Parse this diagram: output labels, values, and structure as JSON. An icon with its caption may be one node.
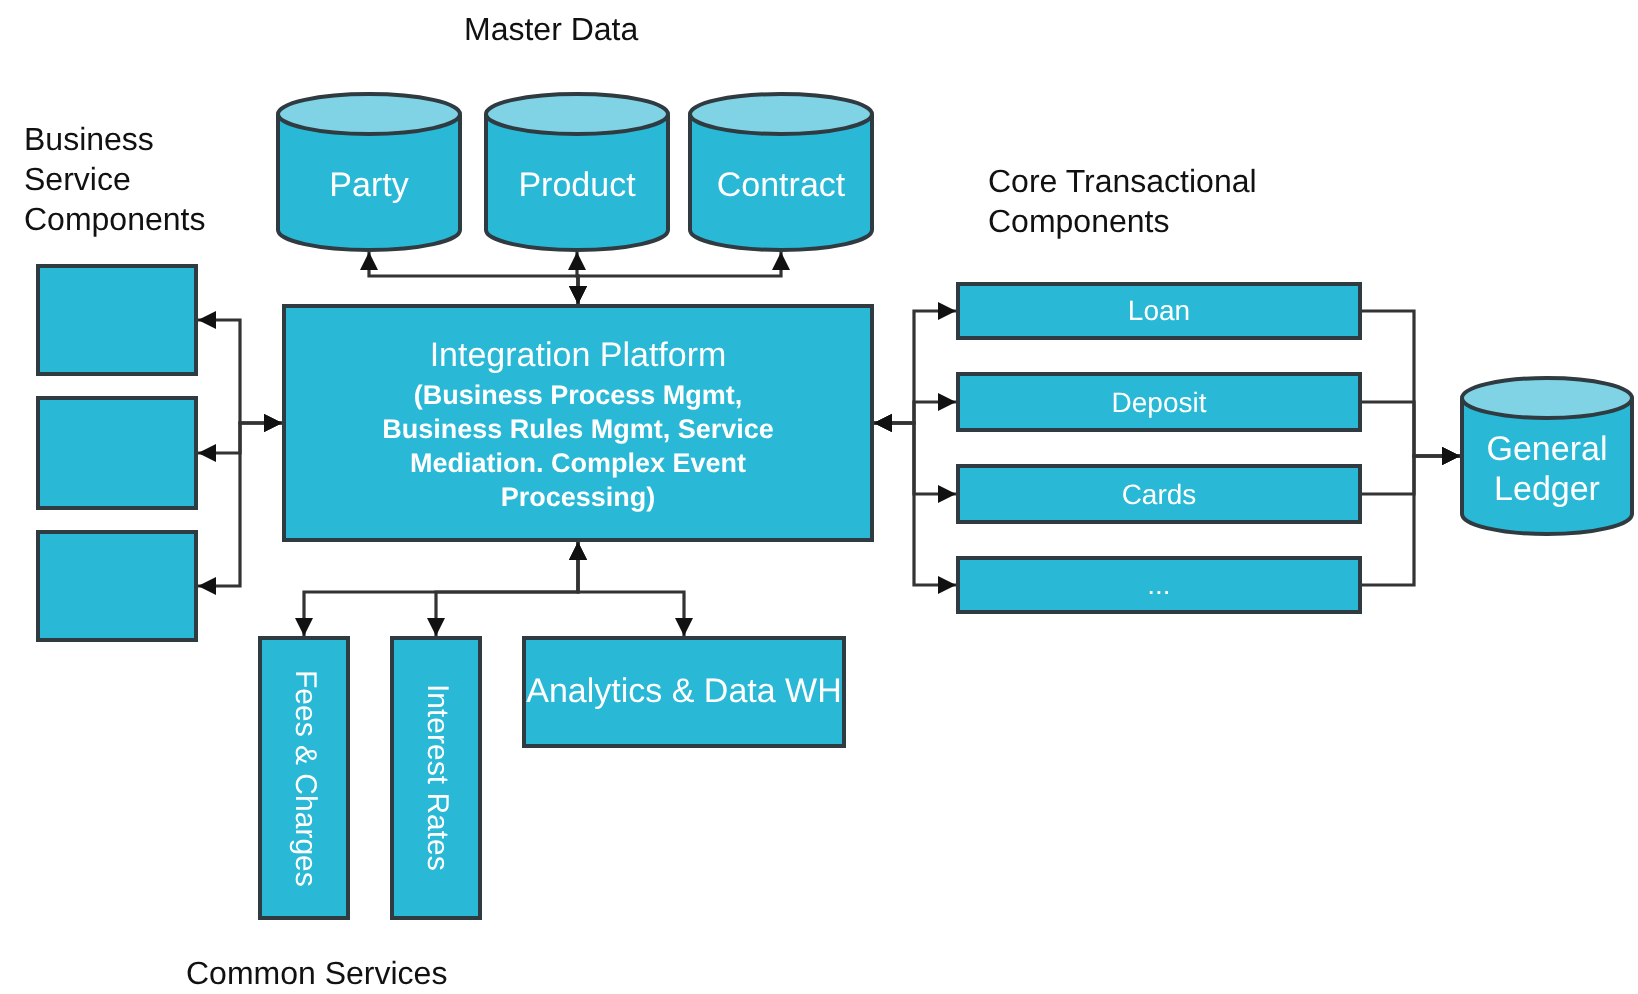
{
  "diagram": {
    "nodes": [
      {
        "text": [
          "Party"
        ]
      },
      {
        "text": [
          "Product"
        ]
      },
      {
        "text": [
          "Contract"
        ]
      },
      {
        "text": [
          "Integration Platform",
          "(Business Process Mgmt, Business Rules Mgmt, Service Mediation. Complex Event Processing)"
        ]
      },
      {
        "text": [],
        "shape": "box"
      },
      {
        "text": [],
        "shape": "box"
      },
      {
        "text": [],
        "shape": "box"
      },
      {
        "text": [
          "Loan"
        ]
      },
      {
        "text": [
          "Deposit"
        ]
      },
      {
        "text": [
          "Cards"
        ]
      },
      {
        "text": [
          "..."
        ]
      },
      {
        "text": [
          "General Ledger"
        ]
      },
      {
        "text": [
          "Fees & Charges"
        ]
      },
      {
        "text": [
          "Interest Rates"
        ]
      },
      {
        "text": [
          "Analytics & Data WH"
        ]
      }
    ],
    "edges": [
      {
        "from": 3,
        "to": 0,
        "arrow": "both"
      },
      {
        "from": 3,
        "to": 1,
        "arrow": "both"
      },
      {
        "from": 3,
        "to": 2,
        "arrow": "both"
      },
      {
        "from": 3,
        "to": 4,
        "arrow": "both"
      },
      {
        "from": 3,
        "to": 5,
        "arrow": "both"
      },
      {
        "from": 3,
        "to": 6,
        "arrow": "both"
      },
      {
        "from": 3,
        "to": 7,
        "arrow": "both"
      },
      {
        "from": 3,
        "to": 8,
        "arrow": "both"
      },
      {
        "from": 3,
        "to": 9,
        "arrow": "both"
      },
      {
        "from": 3,
        "to": 10,
        "arrow": "both"
      },
      {
        "from": 7,
        "to": 11,
        "arrow": "to"
      },
      {
        "from": 8,
        "to": 11,
        "arrow": "to"
      },
      {
        "from": 9,
        "to": 11,
        "arrow": "to"
      },
      {
        "from": 10,
        "to": 11,
        "arrow": "to"
      },
      {
        "from": 3,
        "to": 12,
        "arrow": "both"
      },
      {
        "from": 3,
        "to": 13,
        "arrow": "both"
      },
      {
        "from": 3,
        "to": 14,
        "arrow": "both"
      }
    ],
    "labels": [
      "Master Data",
      "Business Service Components",
      "Core Transactional Components",
      "Common Services"
    ]
  }
}
